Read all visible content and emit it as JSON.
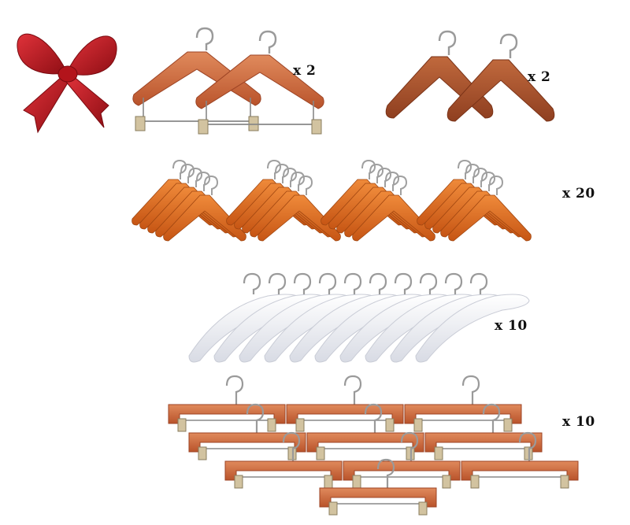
{
  "colors": {
    "bow": "#c41a22",
    "bow_dark": "#8e0e14",
    "wood_cherry": "#c9643a",
    "wood_mahogany": "#a9502d",
    "wood_orange": "#d7641e",
    "hook": "#9a9a9a",
    "clip": "#d2c3a0",
    "satin": "#ecedf2"
  },
  "groups": [
    {
      "icon": "suit-hanger-with-clips-icon",
      "quantity": "x 2"
    },
    {
      "icon": "wide-shoulder-coat-hanger-icon",
      "quantity": "x 2"
    },
    {
      "icon": "wooden-shirt-hanger-icon",
      "quantity": "x 20"
    },
    {
      "icon": "white-satin-padded-hanger-icon",
      "quantity": "x 10"
    },
    {
      "icon": "wooden-trouser-clip-hanger-icon",
      "quantity": "x 10"
    }
  ]
}
